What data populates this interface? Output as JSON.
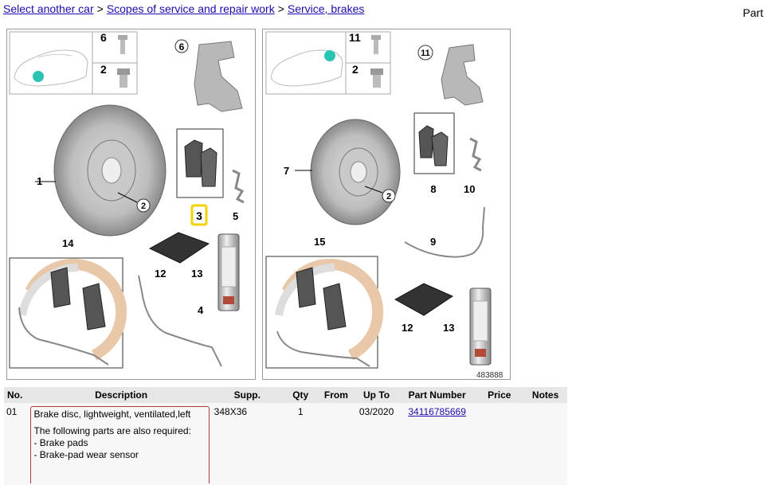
{
  "breadcrumb": {
    "items": [
      "Select another car",
      "Scopes of service and repair work",
      "Service, brakes"
    ],
    "separator": ">"
  },
  "corner_label": "Part",
  "diagram": {
    "left_panel": {
      "labels": [
        "6",
        "2",
        "6",
        "1",
        "2",
        "3",
        "5",
        "14",
        "12",
        "13",
        "4"
      ]
    },
    "right_panel": {
      "labels": [
        "11",
        "2",
        "11",
        "7",
        "2",
        "8",
        "10",
        "9",
        "15",
        "12",
        "13"
      ]
    },
    "image_number": "483888",
    "highlight_color": "#f2d200",
    "dot_color": "#2bc4b4"
  },
  "table": {
    "headers": [
      "No.",
      "Description",
      "Supp.",
      "Qty",
      "From",
      "Up To",
      "Part Number",
      "Price",
      "Notes"
    ],
    "rows": [
      {
        "no": "01",
        "description": "Brake disc, lightweight, ventilated,left",
        "note_intro": "The following parts are also required:",
        "note_items": [
          "- Brake pads",
          "- Brake-pad wear sensor"
        ],
        "supp": "348X36",
        "qty": "1",
        "from": "",
        "up_to": "03/2020",
        "part_number": "34116785669",
        "price": "",
        "notes": ""
      }
    ]
  }
}
